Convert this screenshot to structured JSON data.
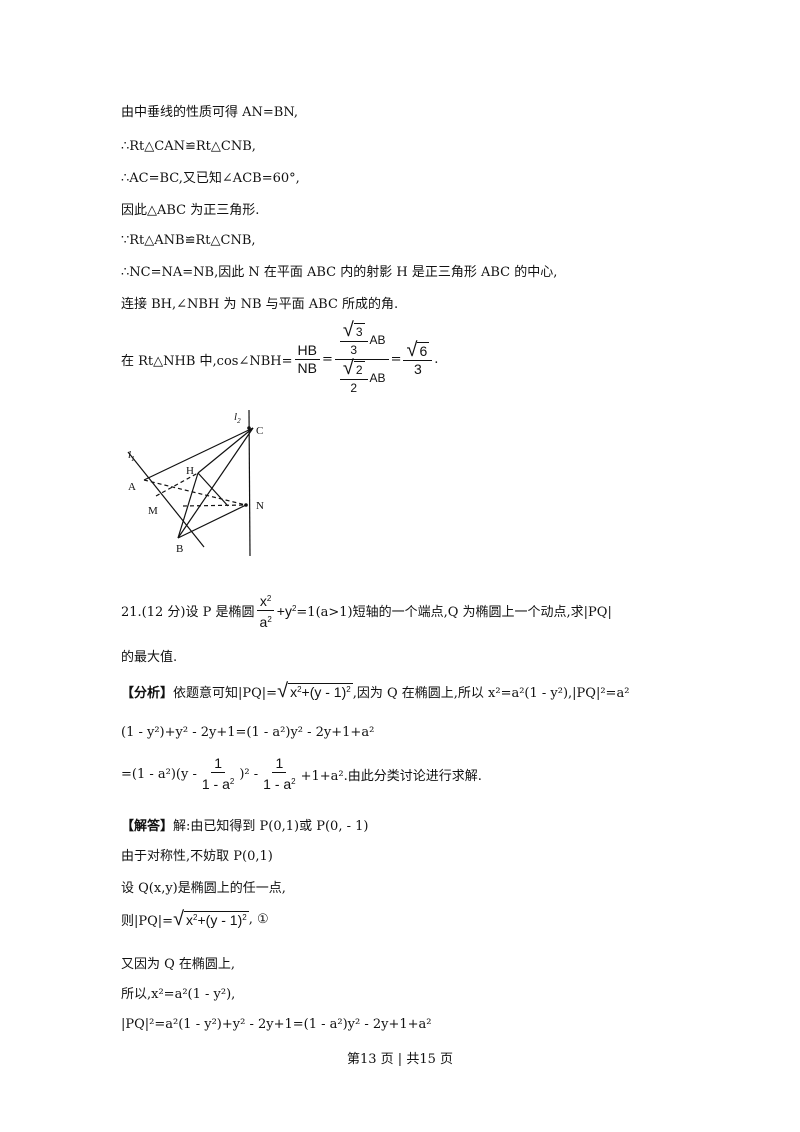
{
  "lines": {
    "l1": "由中垂线的性质可得 AN=BN,",
    "l2": "∴Rt△CAN≌Rt△CNB,",
    "l3": "∴AC=BC,又已知∠ACB=60°,",
    "l4": "因此△ABC 为正三角形.",
    "l5": "∵Rt△ANB≌Rt△CNB,",
    "l6": "∴NC=NA=NB,因此 N 在平面 ABC 内的射影 H 是正三角形 ABC 的中心,",
    "l7": "连接 BH,∠NBH 为 NB 与平面 ABC 所成的角."
  },
  "cos_line": {
    "prefix": "在 Rt△NHB 中,cos∠NBH=",
    "f1_num": "HB",
    "f1_den": "NB",
    "eq": "=",
    "f2_num_coef": "3",
    "f2_num_den": "3",
    "f2_num_tail": "AB",
    "f2_den_coef": "2",
    "f2_den_den": "2",
    "f2_den_tail": "AB",
    "f3_num": "6",
    "f3_den": "3",
    "end": "."
  },
  "figure_labels": {
    "l2": "l",
    "l2_sub": "2",
    "l1": "l",
    "l1_sub": "1",
    "C": "C",
    "H": "H",
    "A": "A",
    "M": "M",
    "N": "N",
    "B": "B"
  },
  "q21": {
    "prefix": "21.(12 分)设 P 是椭圆",
    "frac_num": "x",
    "frac_num_exp": "2",
    "frac_den": "a",
    "frac_den_exp": "2",
    "plus": "+y",
    "y_exp": "2",
    "suffix": "=1(a>1)短轴的一个端点,Q 为椭圆上一个动点,求|PQ|",
    "line2": "的最大值."
  },
  "analysis": {
    "tag": "【分析】",
    "text_a": "依题意可知|PQ|=",
    "rad": "x",
    "rad_exp": "2",
    "rad_b": "+(y - 1)",
    "rad_b_exp": "2",
    "text_b": ",因为 Q 在椭圆上,所以 x²=a²(1 - y²),|PQ|²=a²",
    "line2": "(1 - y²)+y² - 2y+1=(1 - a²)y² - 2y+1+a²",
    "line3_a": "=(1 - a²)(y - ",
    "line3_f_num": "1",
    "line3_f_den": "1 - a",
    "line3_f_den_exp": "2",
    "line3_b": ")² - ",
    "line3_g_num": "1",
    "line3_g_den": "1 - a",
    "line3_g_den_exp": "2",
    "line3_c": "+1+a².由此分类讨论进行求解."
  },
  "solution": {
    "tag": "【解答】",
    "l1": "解:由已知得到 P(0,1)或 P(0, - 1)",
    "l2": "由于对称性,不妨取 P(0,1)",
    "l3": "设 Q(x,y)是椭圆上的任一点,",
    "l4_a": "则|PQ|=",
    "l4_rad": "x",
    "l4_rad_exp": "2",
    "l4_rad_b": "+(y - 1)",
    "l4_rad_b_exp": "2",
    "l4_b": ", ①",
    "l5": "又因为 Q 在椭圆上,",
    "l6": "所以,x²=a²(1 - y²),",
    "l7": "|PQ|²=a²(1 - y²)+y² - 2y+1=(1 - a²)y² - 2y+1+a²"
  },
  "footer": "第13 页 | 共15 页"
}
